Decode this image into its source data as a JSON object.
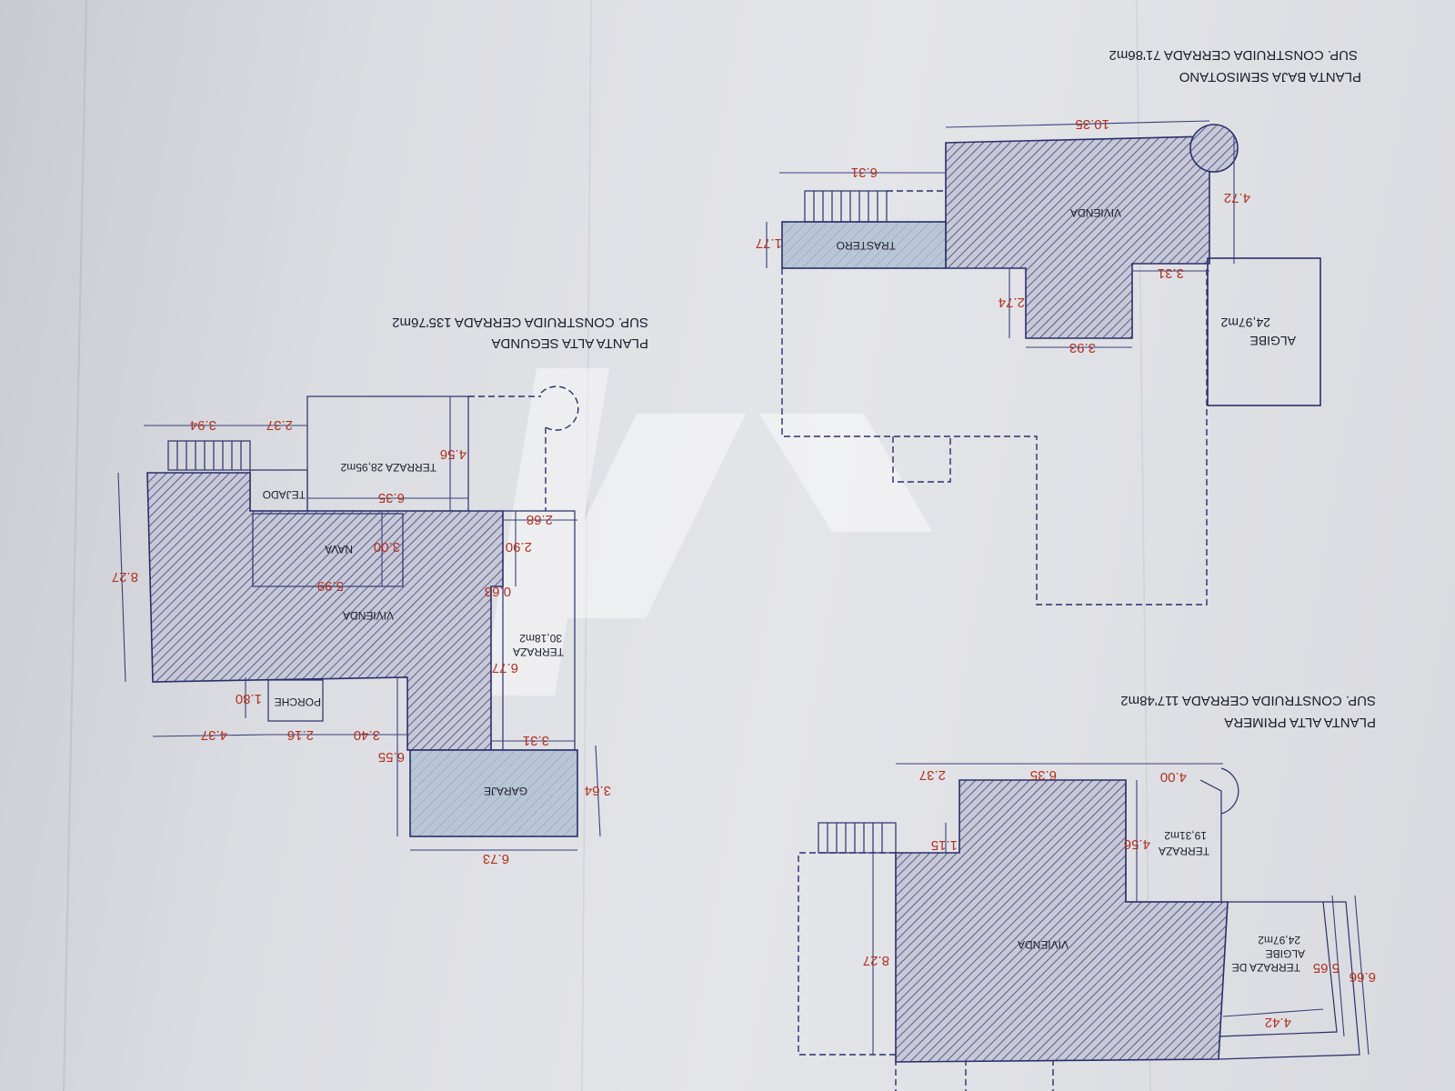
{
  "plans": {
    "semisotano": {
      "title": "PLANTA BAJA SEMISOTANO",
      "surface": "SUP. CONSTRUIDA CERRADA 71'86m2",
      "rooms": {
        "vivienda": "VIVIENDA",
        "trastero": "TRASTERO",
        "algibe": "ALGIBE",
        "algibe_area": "24,97m2"
      },
      "dims": [
        "10.35",
        "6.31",
        "4.72",
        "1.77",
        "3.31",
        "2.74",
        "3.93"
      ]
    },
    "segunda": {
      "title": "PLANTA ALTA SEGUNDA",
      "surface": "SUP. CONSTRUIDA CERRADA 135'76m2",
      "rooms": {
        "vivienda": "VIVIENDA",
        "nave": "NAVA",
        "tejado": "TEJADO",
        "terraza_top": "TERRAZA 28,95m2",
        "terraza_side": "TERRAZA",
        "terraza_side_area": "30,18m2",
        "porche": "PORCHE",
        "garaje": "GARAJE"
      },
      "dims": [
        "3.94",
        "2.37",
        "4.56",
        "6.35",
        "2.68",
        "2.90",
        "3.00",
        "5.99",
        "0.63",
        "8.27",
        "6.77",
        "1.80",
        "4.37",
        "2.16",
        "3.40",
        "3.31",
        "6.55",
        "3.64",
        "6.73"
      ]
    },
    "primera": {
      "title": "PLANTA ALTA PRIMERA",
      "surface": "SUP. CONSTRUIDA CERRADA 117'48m2",
      "rooms": {
        "vivienda": "VIVIENDA",
        "terraza": "TERRAZA",
        "terraza_area": "19,31m2",
        "terraza_de": "TERRAZA DE",
        "algibe": "ALGIBE",
        "algibe_area": "24,97m2"
      },
      "dims": [
        "2.37",
        "6.35",
        "4.00",
        "4.56",
        "1.15",
        "8.27",
        "6.66",
        "5.65",
        "4.42"
      ]
    }
  },
  "colors": {
    "hatch": "#3b4180",
    "fill_blue": "#b9c6d6",
    "fill_pink": "#d9c3d2",
    "dim_text": "#b03020"
  }
}
